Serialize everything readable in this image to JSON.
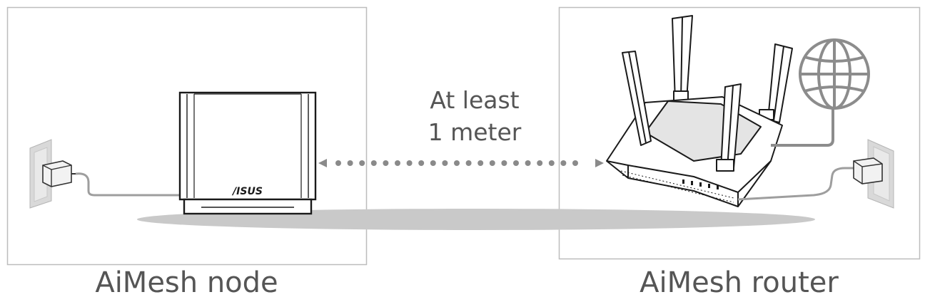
{
  "node_label": "AiMesh node",
  "router_label": "AiMesh router",
  "distance_line1": "At least",
  "distance_line2": "1 meter",
  "node_brand": "/ISUS",
  "colors": {
    "frame": "#bdbdbd",
    "shadow": "#c9c9c9",
    "device_outline": "#1a1a1a",
    "cable": "#9e9e9e",
    "globe": "#8c8c8c",
    "dots": "#8a8a8a",
    "text": "#555555"
  },
  "icons": [
    "wall-outlet-icon",
    "power-adapter-icon",
    "globe-icon",
    "router-icon",
    "mesh-node-icon"
  ]
}
